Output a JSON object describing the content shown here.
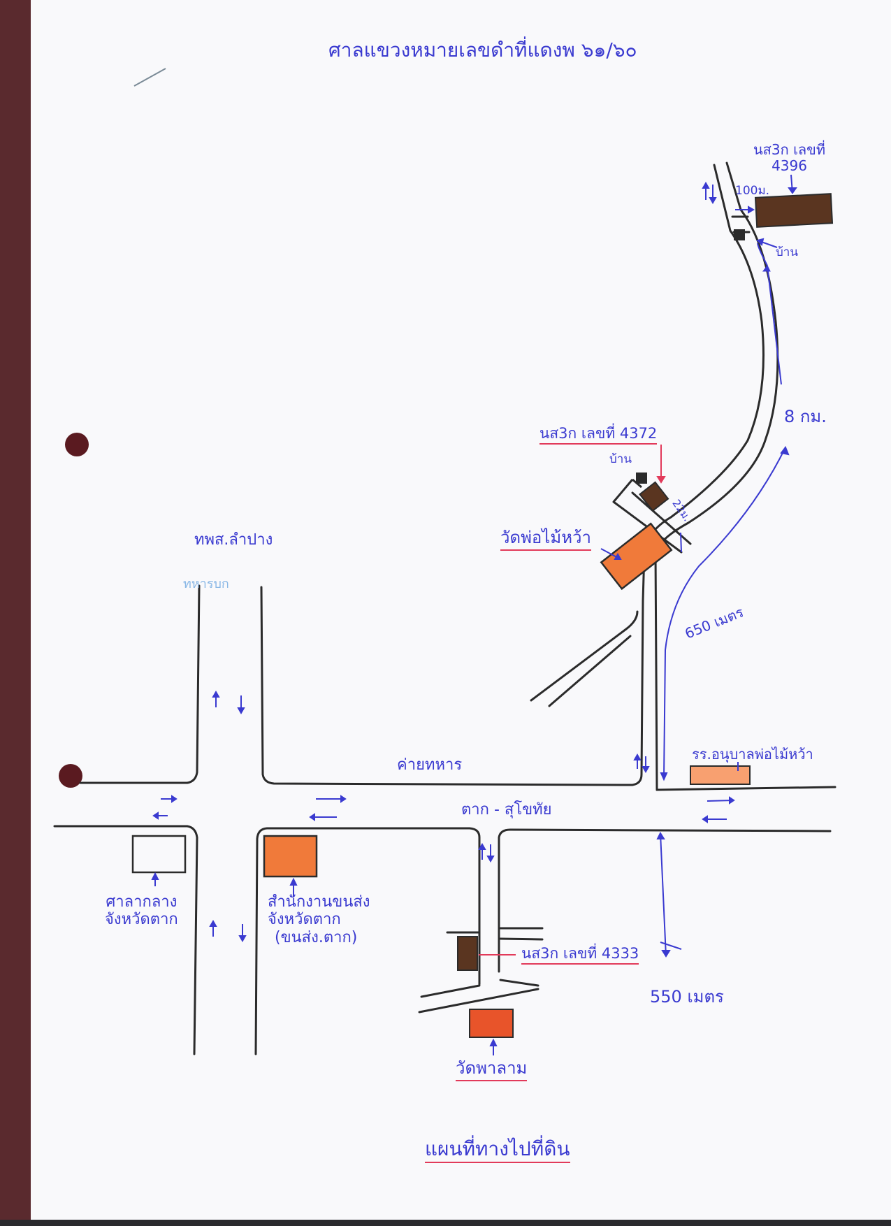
{
  "header": {
    "title": "ศาลแขวงหมายเลขดำที่แดงพ ๖๑/๖๐"
  },
  "footer": {
    "title": "แผนที่ทางไปที่ดิน"
  },
  "labels": {
    "parcel_4396_line1": "นส3ก เลขที่",
    "parcel_4396_line2": "4396",
    "dist_100m": "100ม.",
    "house_top": "บ้าน",
    "distance_8km": "8 กม.",
    "parcel_4372": "นส3ก เลขที่ 4372",
    "house_mid": "บ้าน",
    "dist_22m": "22ม.",
    "temple_pho_mai_wa": "วัดพ่อไม้หว้า",
    "dist_650m": "650 เมตร",
    "hospital_lamphang": "ทพส.ลำปาง",
    "hospital_blue_note": "ทหารบก",
    "road_camp": "ค่ายทหาร",
    "road_tak_sukhothai": "ตาก - สุโขทัย",
    "school_pho_mai_wa": "รร.อนุบาลพ่อไม้หว้า",
    "court_line1": "ศาลากลาง",
    "court_line2": "จังหวัดตาก",
    "office_line1": "สำนักงานขนส่ง",
    "office_line2": "จังหวัดตาก",
    "office_line3": "(ขนส่ง.ตาก)",
    "parcel_4333": "นส3ก เลขที่ 4333",
    "dist_550m": "550 เมตร",
    "temple_bottom": "วัดพาลาม"
  },
  "colors": {
    "ink": "#3a3ad0",
    "road": "#2b2b2b",
    "building_fill": "#f07a3a",
    "parcel_fill": "#5a3520",
    "underline": "#e23a5a",
    "binder": "#5a2a2e"
  },
  "icons": [
    "binder-hole-icon",
    "arrow-icon"
  ]
}
